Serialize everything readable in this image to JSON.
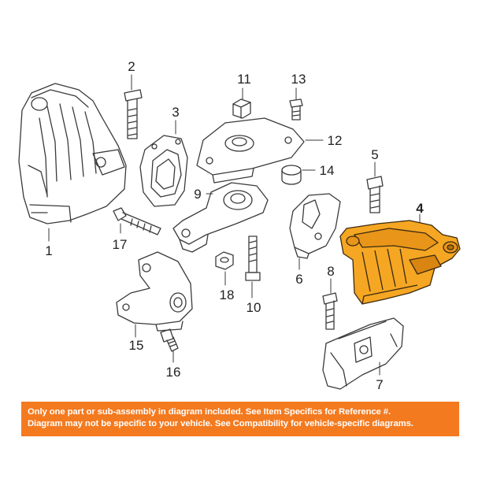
{
  "callouts": {
    "c1": "1",
    "c2": "2",
    "c3": "3",
    "c4": "4",
    "c5": "5",
    "c6": "6",
    "c7": "7",
    "c8": "8",
    "c9": "9",
    "c10": "10",
    "c11": "11",
    "c12": "12",
    "c13": "13",
    "c14": "14",
    "c15": "15",
    "c16": "16",
    "c17": "17",
    "c18": "18"
  },
  "banner": {
    "line1": "Only one part or sub-assembly in diagram included. See Item Specifics for Reference #.",
    "line2": "Diagram may not be specific to your vehicle. See Compatibility for vehicle-specific diagrams."
  },
  "colors": {
    "highlight": "#f5a623",
    "banner_bg": "#f47a1f",
    "banner_text": "#ffffff",
    "line": "#3a3a3a"
  }
}
